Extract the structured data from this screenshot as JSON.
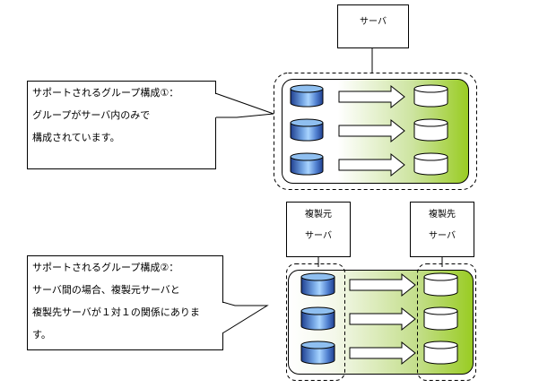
{
  "diagram": {
    "config1": {
      "server_label": "サーバ",
      "callout_lines": [
        "サポートされるグループ構成①：",
        "グループがサーバ内のみで",
        "構成されています。"
      ],
      "rows": 3
    },
    "config2": {
      "source_server_line1": "複製元",
      "source_server_line2": "サーバ",
      "target_server_line1": "複製先",
      "target_server_line2": "サーバ",
      "callout_lines": [
        "サポートされるグループ構成②：",
        "サーバ間の場合、複製元サーバと",
        "複製先サーバが１対１の関係にありま",
        "す。"
      ],
      "rows": 3
    },
    "colors": {
      "gradient_start": "#ffffff",
      "gradient_end": "#99cc22",
      "source_disk_dark": "#1f3f8f",
      "source_disk_light": "#9fd0ff",
      "target_disk": "#ffffff",
      "arrow_fill": "#ffffff",
      "stroke": "#000000"
    }
  }
}
